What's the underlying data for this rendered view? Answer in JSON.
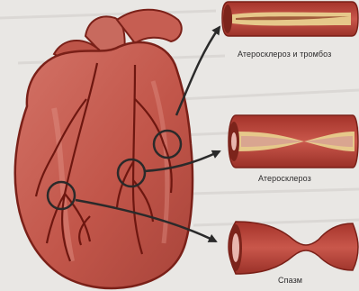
{
  "panels": [
    {
      "id": "thrombus",
      "label": "Атеросклероз и тромбоз"
    },
    {
      "id": "atherosclerosis",
      "label": "Атеросклероз"
    },
    {
      "id": "spasm",
      "label": "Спазм"
    }
  ],
  "colors": {
    "background": "#e9e7e4",
    "heart_fill": "#c4584c",
    "heart_outline": "#7a2018",
    "vessel_wall": "#b23a2e",
    "vessel_lumen": "#e8b6ae",
    "plaque": "#e6c88a",
    "arrow": "#2a2a2a"
  }
}
